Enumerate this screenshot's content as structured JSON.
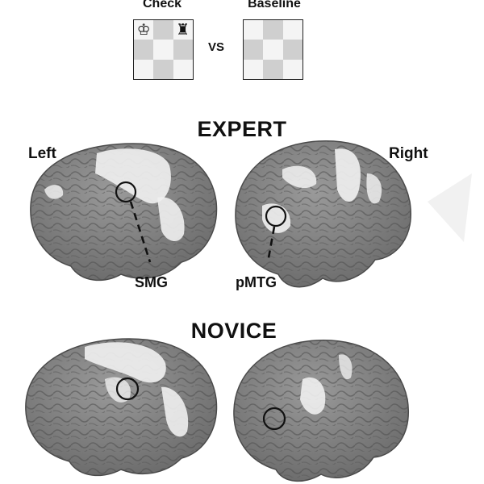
{
  "stimuli": {
    "check_label": "Check",
    "baseline_label": "Baseline",
    "vs_label": "VS",
    "check_board_pieces": [
      "♔",
      "",
      "♜",
      "",
      "",
      "",
      "",
      "",
      ""
    ],
    "baseline_board_pieces": [
      "",
      "",
      "",
      "",
      "",
      "",
      "",
      "",
      ""
    ]
  },
  "expert": {
    "title": "EXPERT",
    "left_label": "Left",
    "right_label": "Right",
    "roi_left": "SMG",
    "roi_right": "pMTG"
  },
  "novice": {
    "title": "NOVICE"
  },
  "colors": {
    "brain": "#7d7d7d",
    "brain_dark": "#5a5a5a",
    "activation": "#f2f2f2",
    "dark_square": "#cfcfcf",
    "light_square": "#f4f4f4"
  }
}
